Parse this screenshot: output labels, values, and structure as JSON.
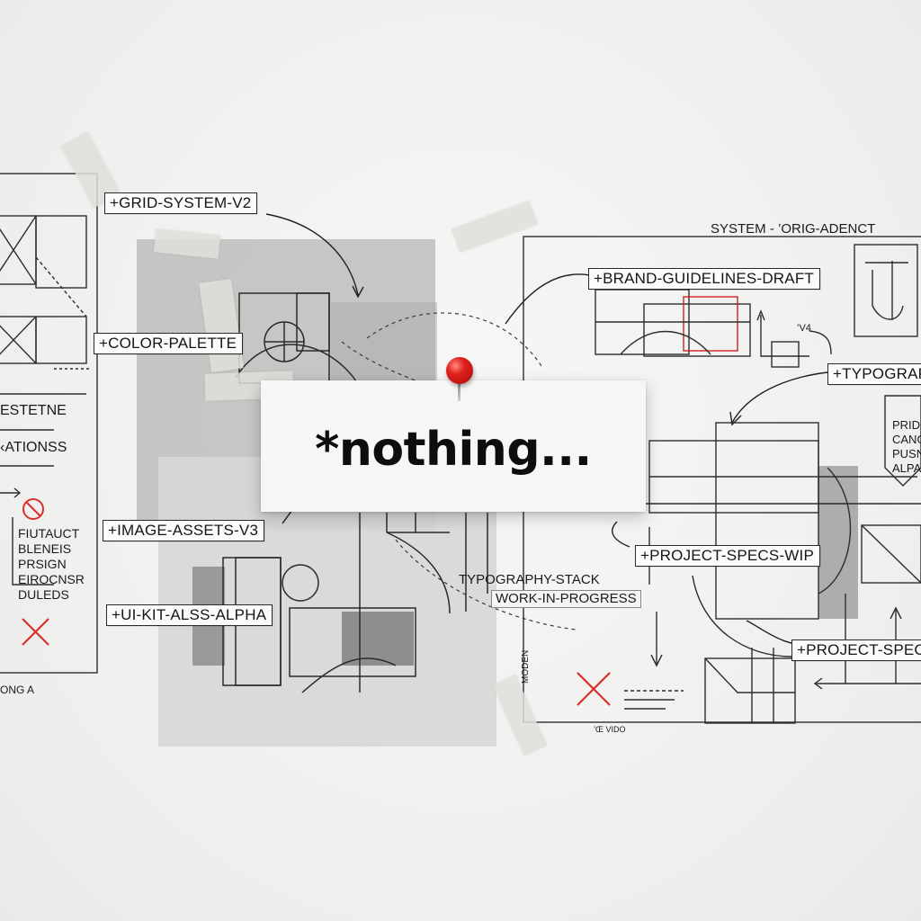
{
  "hero": {
    "text": "*nothing..."
  },
  "tags": {
    "grid_system": "+GRID-SYSTEM-V2",
    "color_palette": "+COLOR-PALETTE",
    "image_assets": "+IMAGE-ASSETS-V3",
    "ui_kit": "+UI-KIT-ALSS-ALPHA",
    "brand_guidelines": "+BRAND-GUIDELINES-DRAFT",
    "typography": "+TYPOGRAPH",
    "project_specs_wip": "+PROJECT-SPECS-WIP",
    "project_specs_2": "+PROJECT-SPECS-"
  },
  "notes": {
    "system_header": "SYSTEM - ’ORIG-ADENCT",
    "left_1": "ESTETNE",
    "left_2": "‹ATIONSS",
    "left_3": "FIUTAUCT",
    "left_4": "BLENEIS",
    "left_5": "PRSIGN",
    "left_6": "EIROCNSR",
    "left_7": "DULEDS",
    "left_bottom": "ONG A",
    "typography_stack": "TYPOGRAPHY-STACK",
    "work_in_progress": "WORK-IN-PROGRESS",
    "right_1": "PRIDO",
    "right_2": "CANG",
    "right_3": "PUSN",
    "right_4": "ALPA",
    "vertical_note": "MODEN",
    "small_note": "’Œ VIDO",
    "v4_note": "’V4"
  },
  "colors": {
    "pin": "#e0201c",
    "cross": "#d9302a",
    "ink": "#151515",
    "paper": "#f2f2f1"
  }
}
